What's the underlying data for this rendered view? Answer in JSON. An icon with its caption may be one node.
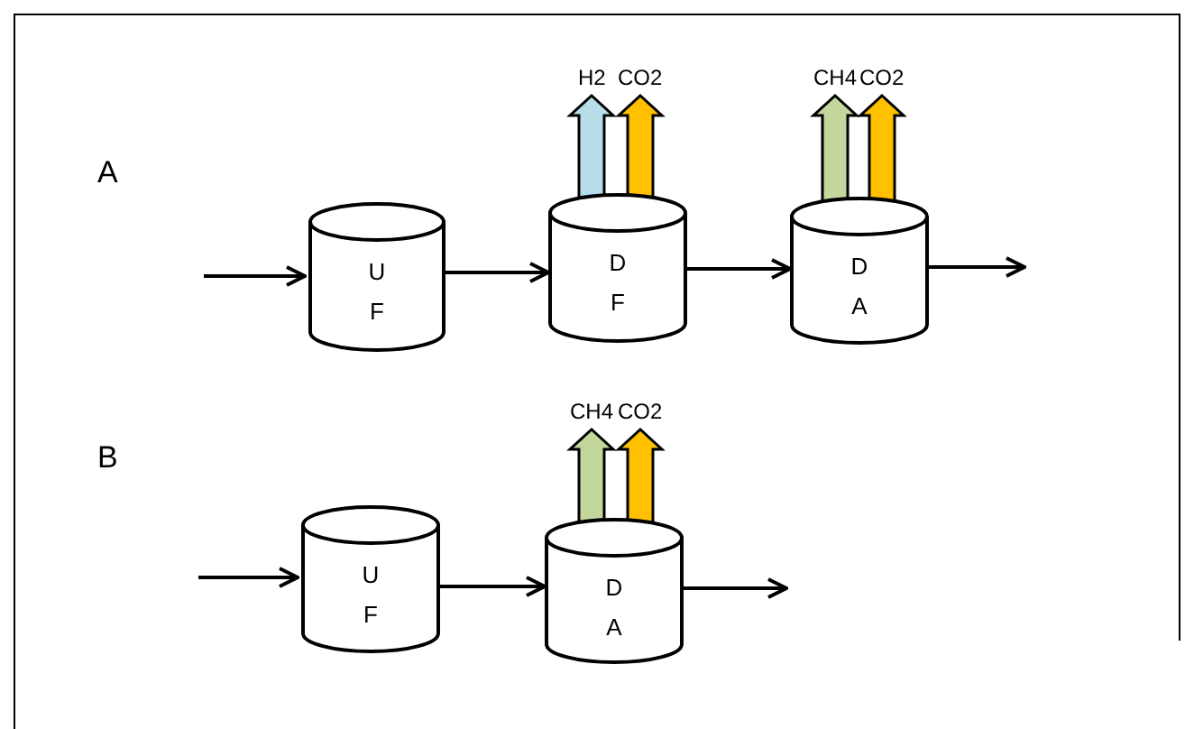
{
  "diagram": {
    "nodes": [
      {
        "text": [
          "U F"
        ]
      },
      {
        "text": [
          "D F"
        ]
      },
      {
        "text": [
          "D A"
        ]
      },
      {
        "text": [
          "U F"
        ]
      },
      {
        "text": [
          "D A"
        ]
      },
      {
        "text": [
          "H2"
        ]
      },
      {
        "text": [
          "CO2"
        ]
      },
      {
        "text": [
          "CH4"
        ]
      },
      {
        "text": [
          "CO2"
        ]
      },
      {
        "text": [
          "CH4"
        ]
      },
      {
        "text": [
          "CO2"
        ]
      }
    ],
    "edges": [
      {
        "from": null,
        "to": 0,
        "arrow": "to"
      },
      {
        "from": 0,
        "to": 1,
        "arrow": "to"
      },
      {
        "from": 1,
        "to": 2,
        "arrow": "to"
      },
      {
        "from": 2,
        "to": null,
        "arrow": "to"
      },
      {
        "from": 1,
        "to": 5,
        "arrow": "to",
        "style": "thick",
        "color": "#b7dde8"
      },
      {
        "from": 1,
        "to": 6,
        "arrow": "to",
        "style": "thick",
        "color": "#ffc000"
      },
      {
        "from": 2,
        "to": 7,
        "arrow": "to",
        "style": "thick",
        "color": "#c3d69b"
      },
      {
        "from": 2,
        "to": 8,
        "arrow": "to",
        "style": "thick",
        "color": "#ffc000"
      },
      {
        "from": null,
        "to": 3,
        "arrow": "to"
      },
      {
        "from": 3,
        "to": 4,
        "arrow": "to"
      },
      {
        "from": 4,
        "to": null,
        "arrow": "to"
      },
      {
        "from": 4,
        "to": 9,
        "arrow": "to",
        "style": "thick",
        "color": "#c3d69b"
      },
      {
        "from": 4,
        "to": 10,
        "arrow": "to",
        "style": "thick",
        "color": "#ffc000"
      }
    ],
    "labels": [
      "A",
      "B"
    ]
  }
}
